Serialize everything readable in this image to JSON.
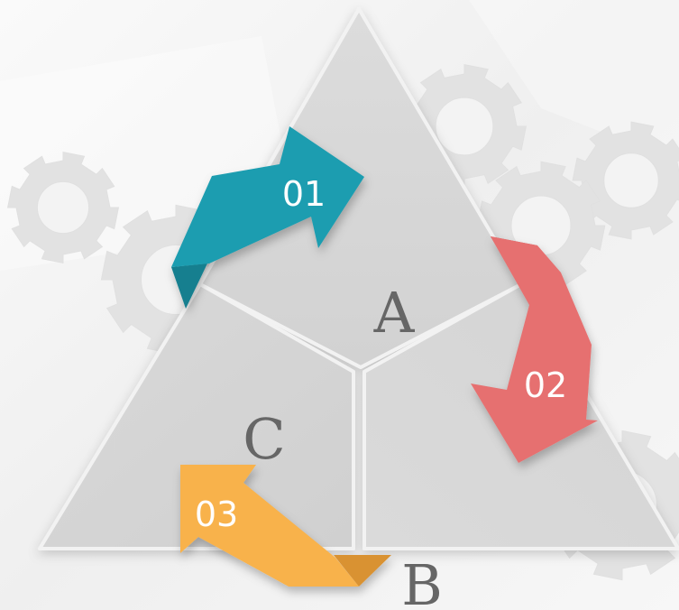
{
  "diagram": {
    "sections": [
      {
        "id": "A",
        "label": "A"
      },
      {
        "id": "B",
        "label": "B"
      },
      {
        "id": "C",
        "label": "C"
      }
    ],
    "steps": [
      {
        "number": "01",
        "color": "#1a9db0",
        "shade": "#137f8f"
      },
      {
        "number": "02",
        "color": "#e6706f",
        "shade": "#c24f55"
      },
      {
        "number": "03",
        "color": "#f8b24c",
        "shade": "#d99232"
      }
    ],
    "colors": {
      "background": "#f4f4f4",
      "gear": "#e2e2e2",
      "label_text": "#666666",
      "step_text": "#ffffff"
    }
  }
}
